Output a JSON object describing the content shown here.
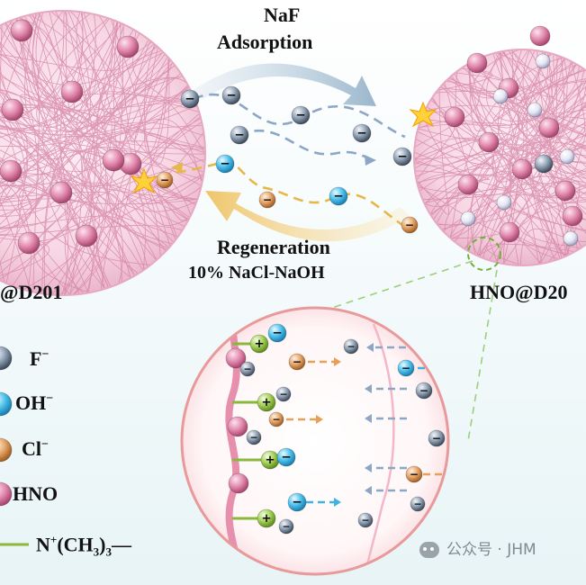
{
  "labels": {
    "adsorption_line1": "NaF",
    "adsorption_line2": "Adsorption",
    "regeneration_line1": "Regeneration",
    "regeneration_line2": "10% NaCl-NaOH",
    "left_resin": "@D201",
    "right_resin": "HNO@D20"
  },
  "legend": {
    "fluoride": "F",
    "hydroxide": "OH",
    "chloride": "Cl",
    "hno": "HNO",
    "superscript_minus": "−",
    "group_prefix": "N",
    "group_plus": "+",
    "group_mid": "(CH",
    "group_sub": "3",
    "group_close": ")",
    "group_end": "—"
  },
  "ion_symbols": {
    "anion": "−",
    "cation": "+"
  },
  "watermark": {
    "text": "公众号 · JHM"
  },
  "colors": {
    "fluoride_ion": "#5b6b7e",
    "hydroxide_ion": "#3aa8d8",
    "chloride_ion": "#d88d4a",
    "hno_particle": "#d46a92",
    "quaternary_ammonium": "#8ab83a",
    "mesh": "#d889a9",
    "adsorption_arrow": "#9ab6cc",
    "regeneration_arrow": "#f0cb76",
    "zoom_circle": "#e89a9a"
  }
}
